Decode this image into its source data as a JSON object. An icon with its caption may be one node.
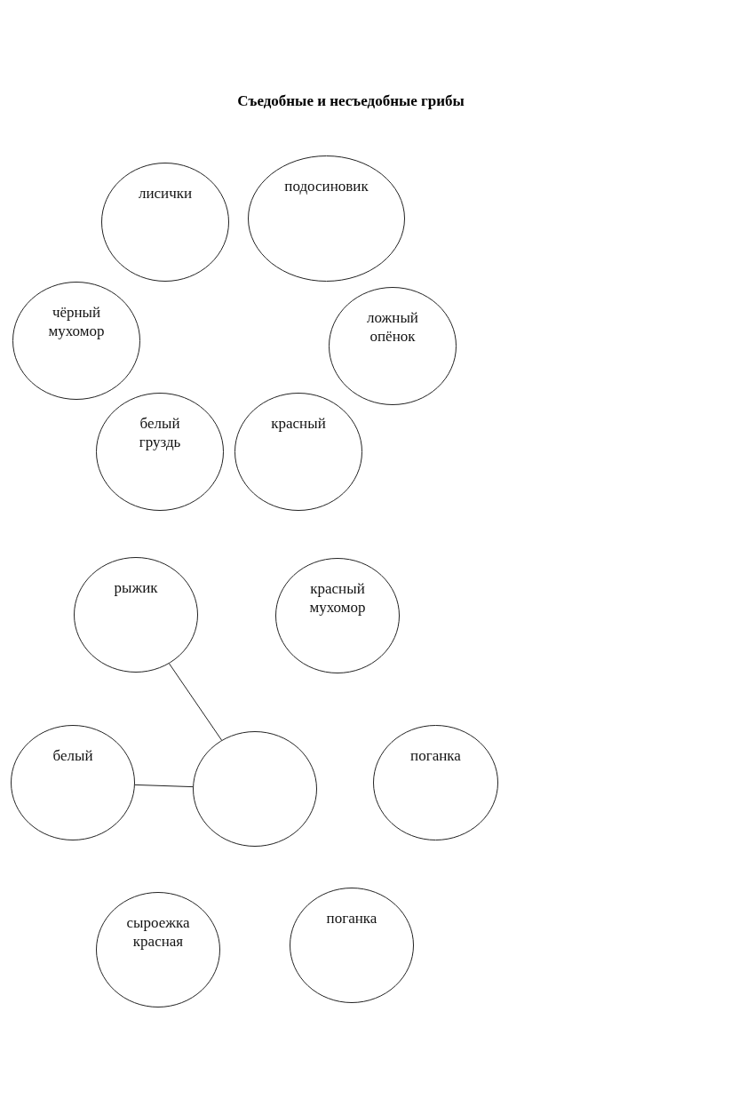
{
  "diagram": {
    "title": "Съедобные и несъедобные грибы",
    "nodes": [
      {
        "text": [
          "лисички"
        ]
      },
      {
        "text": [
          "подосиновик"
        ]
      },
      {
        "text": [
          "чёрный мухомор"
        ]
      },
      {
        "text": [
          "ложный опёнок"
        ]
      },
      {
        "text": [
          "белый груздь"
        ]
      },
      {
        "text": [
          "красный"
        ]
      },
      {
        "text": [
          "рыжик"
        ]
      },
      {
        "text": [
          "красный мухомор"
        ]
      },
      {
        "text": [
          "белый"
        ]
      },
      {
        "text": [],
        "shape": "circle"
      },
      {
        "text": [
          "поганка"
        ]
      },
      {
        "text": [
          "сыроежка красная"
        ]
      },
      {
        "text": [
          "поганка"
        ]
      }
    ],
    "edges": [
      {
        "from": 6,
        "to": 9,
        "arrow": "none"
      },
      {
        "from": 8,
        "to": 9,
        "arrow": "none"
      }
    ]
  }
}
